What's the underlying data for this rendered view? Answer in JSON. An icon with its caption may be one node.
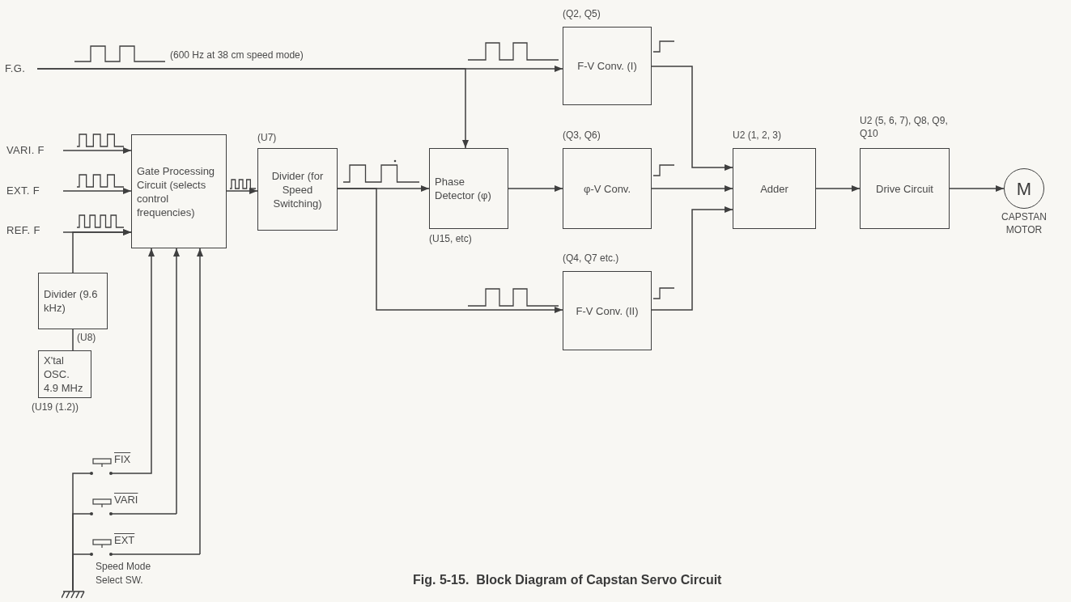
{
  "diagram": {
    "caption": "Fig. 5-15.  Block Diagram of Capstan Servo Circuit",
    "nodes": [
      {
        "text": [
          "F.G."
        ]
      },
      {
        "text": [
          "VARI. F"
        ]
      },
      {
        "text": [
          "EXT. F"
        ]
      },
      {
        "text": [
          "REF. F"
        ]
      },
      {
        "text": [
          "Gate Processing Circuit (selects control frequencies)"
        ]
      },
      {
        "text": [
          "Divider (9.6 kHz)"
        ],
        "beside": [
          "(U8)"
        ]
      },
      {
        "text": [
          "X'tal OSC. 4.9 MHz"
        ],
        "beside": [
          "(U19 (1.2))"
        ]
      },
      {
        "text": [
          "Divider (for Speed Switching)"
        ],
        "beside": [
          "(U7)"
        ]
      },
      {
        "text": [
          "Phase Detector (φ)"
        ],
        "beside": [
          "(U15, etc)"
        ]
      },
      {
        "text": [
          "F-V Conv. (I)"
        ],
        "beside": [
          "(Q2, Q5)"
        ]
      },
      {
        "text": [
          "φ-V Conv."
        ],
        "beside": [
          "(Q3, Q6)"
        ]
      },
      {
        "text": [
          "F-V Conv. (II)"
        ],
        "beside": [
          "(Q4, Q7 etc.)"
        ]
      },
      {
        "text": [
          "Adder"
        ],
        "beside": [
          "U2 (1, 2, 3)"
        ]
      },
      {
        "text": [
          "Drive Circuit"
        ],
        "beside": [
          "U2 (5, 6, 7), Q8, Q9, Q10"
        ]
      },
      {
        "text": [
          "M"
        ],
        "beside": [
          "CAPSTAN MOTOR"
        ]
      },
      {
        "text": [
          "FIX"
        ]
      },
      {
        "text": [
          "VARI"
        ]
      },
      {
        "text": [
          "EXT"
        ]
      },
      {
        "text": [],
        "shape": "ground"
      }
    ],
    "edges": [
      {
        "from": 0,
        "to": 9,
        "arrow": "to"
      },
      {
        "from": 0,
        "to": 8,
        "arrow": "to"
      },
      {
        "from": 1,
        "to": 4,
        "arrow": "to"
      },
      {
        "from": 2,
        "to": 4,
        "arrow": "to"
      },
      {
        "from": 3,
        "to": 4,
        "arrow": "to"
      },
      {
        "from": 5,
        "to": 4,
        "arrow": "to"
      },
      {
        "from": 6,
        "to": 5,
        "arrow": "none"
      },
      {
        "from": 4,
        "to": 7,
        "arrow": "to"
      },
      {
        "from": 7,
        "to": 8,
        "arrow": "to"
      },
      {
        "from": 7,
        "to": 11,
        "arrow": "to"
      },
      {
        "from": 8,
        "to": 10,
        "arrow": "to"
      },
      {
        "from": 9,
        "to": 12,
        "arrow": "to"
      },
      {
        "from": 10,
        "to": 12,
        "arrow": "to"
      },
      {
        "from": 11,
        "to": 12,
        "arrow": "to"
      },
      {
        "from": 12,
        "to": 13,
        "arrow": "to"
      },
      {
        "from": 13,
        "to": 14,
        "arrow": "to"
      },
      {
        "from": 15,
        "to": 4,
        "arrow": "to"
      },
      {
        "from": 16,
        "to": 4,
        "arrow": "to"
      },
      {
        "from": 17,
        "to": 4,
        "arrow": "to"
      },
      {
        "from": 15,
        "to": 18,
        "arrow": "none"
      },
      {
        "from": 16,
        "to": 18,
        "arrow": "none"
      },
      {
        "from": 17,
        "to": 18,
        "arrow": "none"
      }
    ],
    "labels": [
      "(600 Hz at 38 cm speed mode)",
      "Speed Mode Select SW."
    ]
  }
}
